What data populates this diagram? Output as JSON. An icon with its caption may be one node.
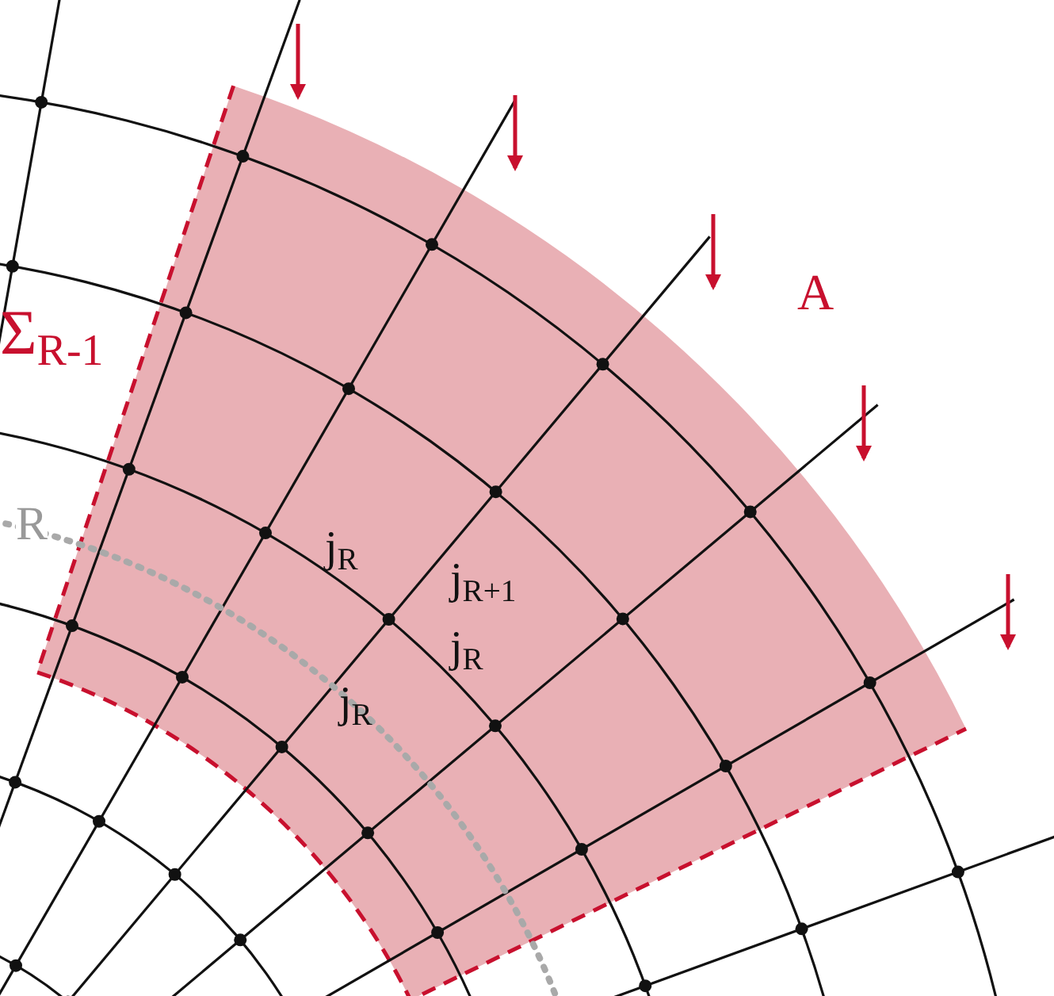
{
  "diagram": {
    "labels": [
      "Σ$_{R-1}$",
      "A",
      "R",
      "j$_{R}$",
      "j$_{R+1}$",
      "j$_{R}$",
      "j$_{R}$"
    ]
  }
}
